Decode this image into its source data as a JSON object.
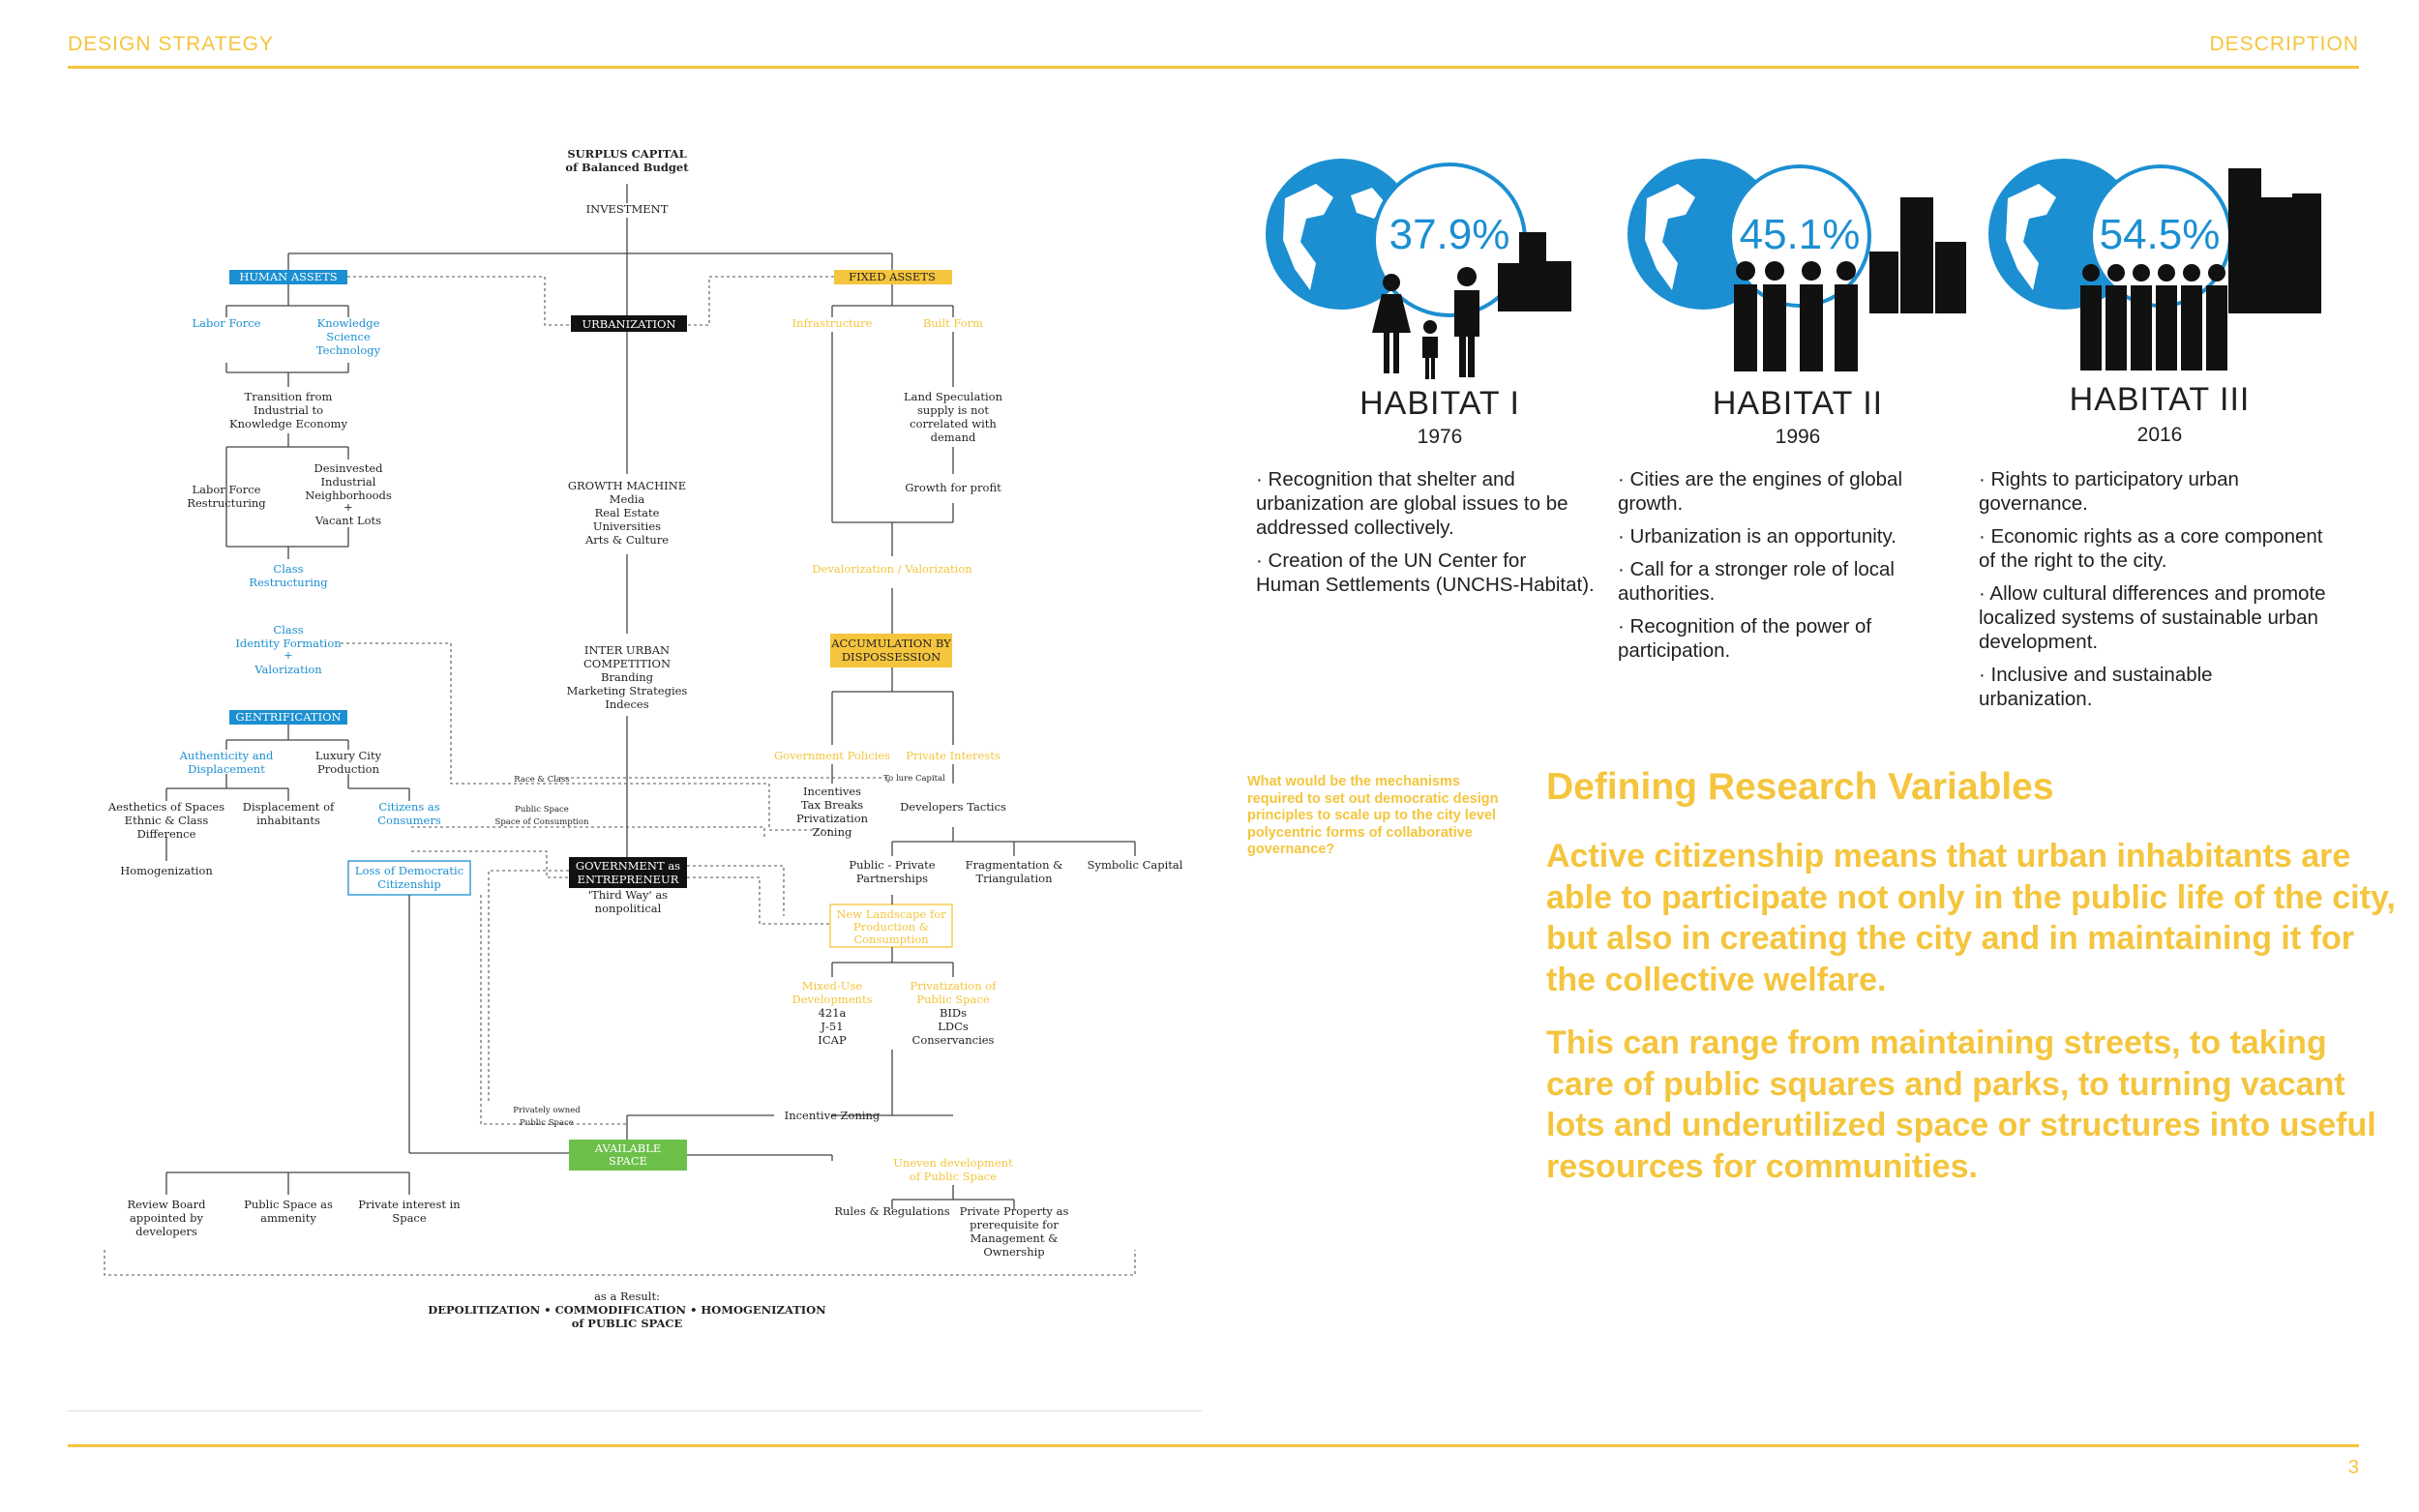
{
  "header": {
    "left": "DESIGN STRATEGY",
    "right": "DESCRIPTION"
  },
  "page_number": "3",
  "colors": {
    "accent_yellow": "#f4c53d",
    "blue": "#1b8fd2",
    "green": "#6cc04a",
    "black": "#231f20"
  },
  "diagram": {
    "top_title": "SURPLUS CAPITAL",
    "top_sub": "of Balanced Budget",
    "investment": "INVESTMENT",
    "human_assets": "HUMAN ASSETS",
    "urbanization": "URBANIZATION",
    "fixed_assets": "FIXED ASSETS",
    "labor_force": "Labor Force",
    "knowledge": [
      "Knowledge",
      "Science",
      "Technology"
    ],
    "infrastructure": "Infrastructure",
    "built_form": "Built Form",
    "transition": [
      "Transition from",
      "Industrial to",
      "Knowledge Economy"
    ],
    "land_spec": [
      "Land Speculation",
      "supply is not",
      "correlated with",
      "demand"
    ],
    "labor_restr": [
      "Labor Force",
      "Restructuring"
    ],
    "disinvested": [
      "Desinvested",
      "Industrial",
      "Neighborhoods",
      "+",
      "Vacant Lots"
    ],
    "growth_machine": [
      "GROWTH MACHINE",
      "Media",
      "Real Estate",
      "Universities",
      "Arts & Culture"
    ],
    "growth_profit": "Growth for profit",
    "class_restr": [
      "Class",
      "Restructuring"
    ],
    "devalorization": "Devalorization / Valorization",
    "class_identity": [
      "Class",
      "Identity Formation",
      "+",
      "Valorization"
    ],
    "inter_urban": [
      "INTER URBAN",
      "COMPETITION",
      "Branding",
      "Marketing Strategies",
      "Indeces"
    ],
    "accumulation": [
      "ACCUMULATION BY",
      "DISPOSSESSION"
    ],
    "gentrification": "GENTRIFICATION",
    "authenticity": [
      "Authenticity and",
      "Displacement"
    ],
    "luxury": [
      "Luxury City",
      "Production"
    ],
    "gov_policies": "Government Policies",
    "private_interests": "Private Interests",
    "race_class": "Race & Class",
    "to_lure": "To lure Capital",
    "incentives": [
      "Incentives",
      "Tax Breaks",
      "Privatization",
      "Zoning"
    ],
    "developers_tactics": "Developers Tactics",
    "aesthetics": [
      "Aesthetics of Spaces",
      "Ethnic & Class",
      "Difference"
    ],
    "displacement": [
      "Displacement of",
      "inhabitants"
    ],
    "citizens": [
      "Citizens as",
      "Consumers"
    ],
    "public_space_small": "Public Space",
    "space_consumption": "Space of Consumption",
    "homogenization": "Homogenization",
    "loss_democratic": [
      "Loss of Democratic",
      "Citizenship"
    ],
    "gov_entrepreneur": [
      "GOVERNMENT as",
      "ENTREPRENEUR"
    ],
    "third_way": [
      "'Third Way' as",
      "nonpolitical"
    ],
    "ppp": [
      "Public - Private",
      "Partnerships"
    ],
    "fragmentation": [
      "Fragmentation &",
      "Triangulation"
    ],
    "symbolic": "Symbolic Capital",
    "new_landscape": [
      "New Landscape for",
      "Production &",
      "Consumption"
    ],
    "mixed_use": [
      "Mixed-Use",
      "Developments"
    ],
    "mixed_use_items": [
      "421a",
      "J-51",
      "ICAP"
    ],
    "privatization_ps": [
      "Privatization of",
      "Public Space"
    ],
    "privatization_items": [
      "BIDs",
      "LDCs",
      "Conservancies"
    ],
    "privately_owned": [
      "Privately owned",
      "Public Space"
    ],
    "incentive_zoning": "Incentive Zoning",
    "available_space": [
      "AVAILABLE",
      "SPACE"
    ],
    "uneven": [
      "Uneven development",
      "of Public Space"
    ],
    "review_board": [
      "Review Board",
      "appointed by",
      "developers"
    ],
    "ps_amenity": [
      "Public Space as",
      "ammenity"
    ],
    "private_interest": [
      "Private interest in",
      "Space"
    ],
    "rules": "Rules & Regulations",
    "private_property": [
      "Private Property as",
      "prerequisite for",
      "Management &",
      "Ownership"
    ],
    "result_1": "as a Result:",
    "result_2": "DEPOLITIZATION • COMMODIFICATION • HOMOGENIZATION",
    "result_3": "of PUBLIC SPACE"
  },
  "habitats": [
    {
      "pct": "37.9%",
      "title": "HABITAT I",
      "year": "1976",
      "bullets": [
        "· Recognition that shelter and urbanization are global issues to be addressed collectively.",
        "· Creation of the UN Center for Human Settlements (UNCHS-Habitat)."
      ]
    },
    {
      "pct": "45.1%",
      "title": "HABITAT II",
      "year": "1996",
      "bullets": [
        "· Cities are the engines of global growth.",
        "· Urbanization is an opportunity.",
        "· Call for a stronger role of local authorities.",
        "· Recognition of the power of participation."
      ]
    },
    {
      "pct": "54.5%",
      "title": "HABITAT III",
      "year": "2016",
      "bullets": [
        "· Rights to participatory urban governance.",
        "· Economic rights as a core component of the right to the city.",
        "· Allow cultural differences and promote localized systems of sustainable urban development.",
        "· Inclusive and sustainable urbanization."
      ]
    }
  ],
  "research": {
    "question": "What would be the mechanisms required to set out democratic design principles to scale up to the city level polycentric forms of collaborative governance?",
    "heading": "Defining Research Variables",
    "para1": "Active citizenship means that urban inhabitants are able to participate not only in the public life of the city, but also in creating the city and in maintaining it for the collective welfare.",
    "para2": "This can range from maintaining streets, to taking care of public squares and parks, to turning vacant lots and underutilized space or structures into useful resources for communities."
  }
}
